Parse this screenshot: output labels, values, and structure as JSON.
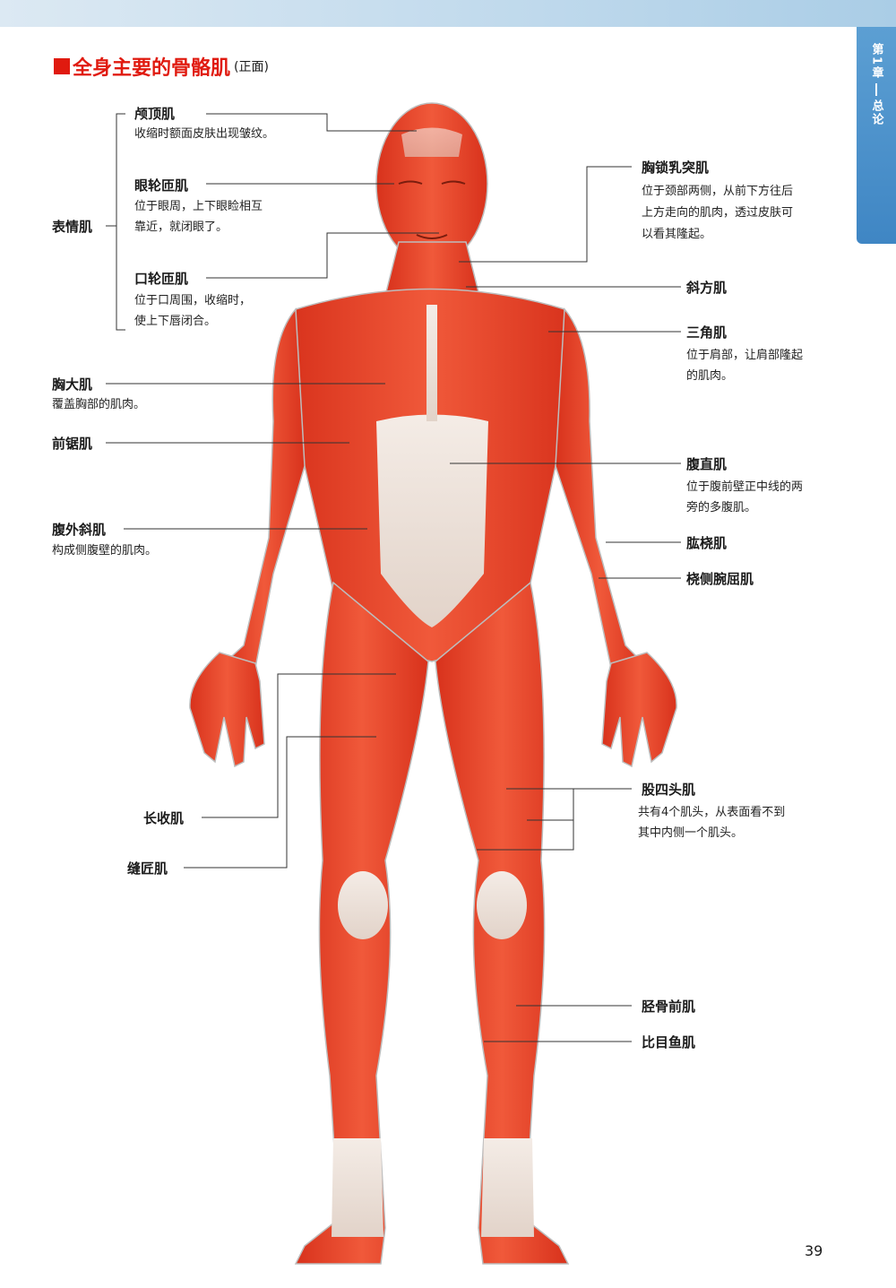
{
  "header": {
    "title": "全身主要的骨骼肌",
    "subtitle": "(正面)",
    "accent_color": "#e01a0f",
    "chapter_tab": "第1章",
    "chapter_name": "总论"
  },
  "labels": {
    "frontalis": {
      "name": "颅顶肌",
      "desc": "收缩时额面皮肤出现皱纹。"
    },
    "orbicularis_oculi": {
      "name": "眼轮匝肌",
      "desc_1": "位于眼周，上下眼睑相互",
      "desc_2": "靠近，就闭眼了。"
    },
    "orbicularis_oris": {
      "name": "口轮匝肌",
      "desc_1": "位于口周围，收缩时，",
      "desc_2": "使上下唇闭合。"
    },
    "facial_group": {
      "name": "表情肌"
    },
    "pectoralis": {
      "name": "胸大肌",
      "desc": "覆盖胸部的肌肉。"
    },
    "serratus": {
      "name": "前锯肌"
    },
    "external_oblique": {
      "name": "腹外斜肌",
      "desc": "构成侧腹壁的肌肉。"
    },
    "adductor_longus": {
      "name": "长收肌"
    },
    "sartorius": {
      "name": "缝匠肌"
    },
    "scm": {
      "name": "胸锁乳突肌",
      "desc_1": "位于颈部两侧，从前下方往后",
      "desc_2": "上方走向的肌肉，透过皮肤可",
      "desc_3": "以看其隆起。"
    },
    "trapezius": {
      "name": "斜方肌"
    },
    "deltoid": {
      "name": "三角肌",
      "desc_1": "位于肩部，让肩部隆起",
      "desc_2": "的肌肉。"
    },
    "rectus": {
      "name": "腹直肌",
      "desc_1": "位于腹前壁正中线的两",
      "desc_2": "旁的多腹肌。"
    },
    "brachioradialis": {
      "name": "肱桡肌"
    },
    "fcr": {
      "name": "桡侧腕屈肌"
    },
    "quadriceps": {
      "name": "股四头肌",
      "desc_1": "共有4个肌头，从表面看不到",
      "desc_2": "其中内侧一个肌头。"
    },
    "tibialis": {
      "name": "胫骨前肌"
    },
    "soleus": {
      "name": "比目鱼肌"
    }
  },
  "page_number": "39"
}
